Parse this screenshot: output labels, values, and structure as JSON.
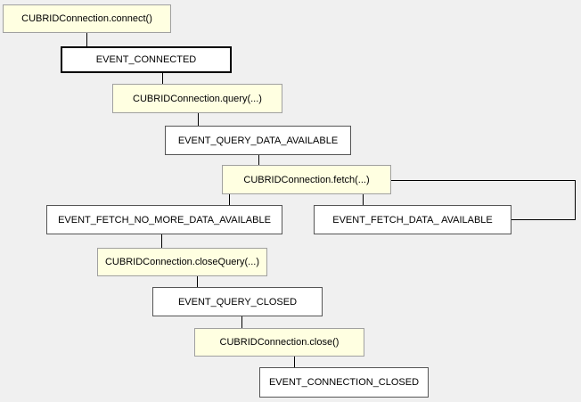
{
  "diagram": {
    "nodes": {
      "connect_call": "CUBRIDConnection.connect()",
      "event_connected": "EVENT_CONNECTED",
      "query_call": "CUBRIDConnection.query(...)",
      "event_query_data_available": "EVENT_QUERY_DATA_AVAILABLE",
      "fetch_call": "CUBRIDConnection.fetch(...)",
      "event_fetch_no_more_data_available": "EVENT_FETCH_NO_MORE_DATA_AVAILABLE",
      "event_fetch_data_available": "EVENT_FETCH_DATA_ AVAILABLE",
      "close_query_call": "CUBRIDConnection.closeQuery(...)",
      "event_query_closed": "EVENT_QUERY_CLOSED",
      "close_call": "CUBRIDConnection.close()",
      "event_connection_closed": "EVENT_CONNECTION_CLOSED"
    },
    "edges": [
      [
        "connect_call",
        "event_connected"
      ],
      [
        "event_connected",
        "query_call"
      ],
      [
        "query_call",
        "event_query_data_available"
      ],
      [
        "event_query_data_available",
        "fetch_call"
      ],
      [
        "fetch_call",
        "event_fetch_no_more_data_available"
      ],
      [
        "fetch_call",
        "event_fetch_data_available"
      ],
      [
        "event_fetch_data_available",
        "fetch_call"
      ],
      [
        "event_fetch_no_more_data_available",
        "close_query_call"
      ],
      [
        "close_query_call",
        "event_query_closed"
      ],
      [
        "event_query_closed",
        "close_call"
      ],
      [
        "close_call",
        "event_connection_closed"
      ]
    ],
    "colors": {
      "background": "#f0f0f0",
      "call_fill": "#ffffe1",
      "event_fill": "#ffffff",
      "line": "#000000"
    }
  }
}
